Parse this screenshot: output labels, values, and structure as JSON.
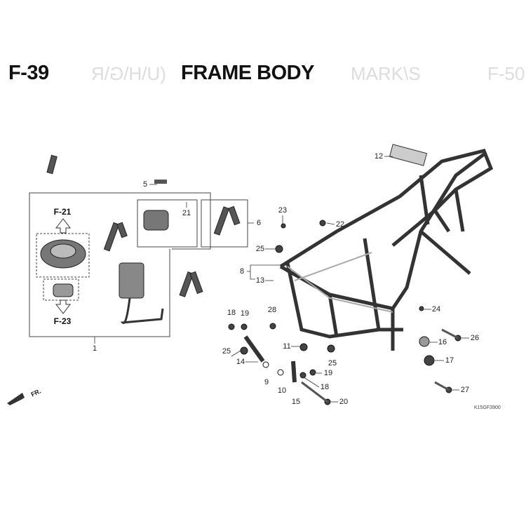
{
  "header": {
    "page_code": "F-39",
    "title": "FRAME BODY",
    "ghost_text_left": "(U\\H\\G\\R",
    "ghost_text_right": "MARK\\S",
    "ghost_ref": "F-50"
  },
  "refs": {
    "f21": "F-21",
    "f23": "F-23"
  },
  "direction_label": "FR.",
  "diagram_code": "K15GF3900",
  "callouts": [
    {
      "id": "1",
      "label": "1"
    },
    {
      "id": "5",
      "label": "5"
    },
    {
      "id": "21",
      "label": "21"
    },
    {
      "id": "6",
      "label": "6"
    },
    {
      "id": "23",
      "label": "23"
    },
    {
      "id": "22",
      "label": "22"
    },
    {
      "id": "25a",
      "label": "25"
    },
    {
      "id": "8",
      "label": "8"
    },
    {
      "id": "13",
      "label": "13"
    },
    {
      "id": "12",
      "label": "12"
    },
    {
      "id": "28",
      "label": "28"
    },
    {
      "id": "18a",
      "label": "18"
    },
    {
      "id": "19a",
      "label": "19"
    },
    {
      "id": "11",
      "label": "11"
    },
    {
      "id": "25b",
      "label": "25"
    },
    {
      "id": "14",
      "label": "14"
    },
    {
      "id": "9",
      "label": "9"
    },
    {
      "id": "10",
      "label": "10"
    },
    {
      "id": "25c",
      "label": "25"
    },
    {
      "id": "19b",
      "label": "19"
    },
    {
      "id": "18b",
      "label": "18"
    },
    {
      "id": "15",
      "label": "15"
    },
    {
      "id": "20",
      "label": "20"
    },
    {
      "id": "24",
      "label": "24"
    },
    {
      "id": "26",
      "label": "26"
    },
    {
      "id": "16",
      "label": "16"
    },
    {
      "id": "17",
      "label": "17"
    },
    {
      "id": "27",
      "label": "27"
    }
  ]
}
